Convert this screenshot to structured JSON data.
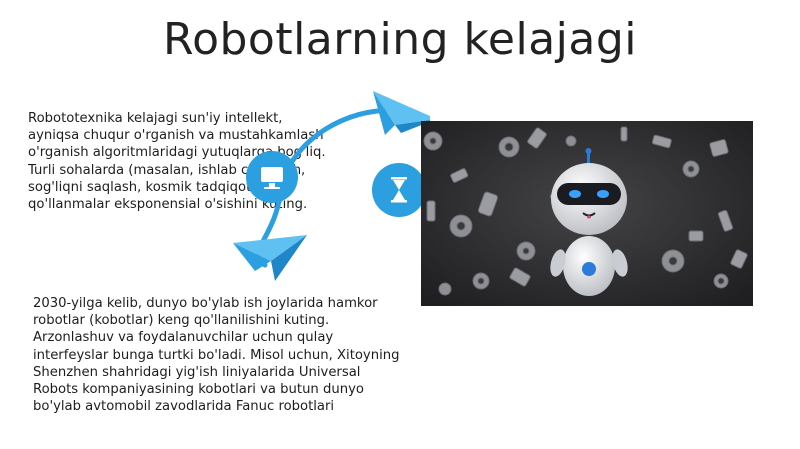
{
  "slide": {
    "title": "Robotlarning kelajagi",
    "paragraph1": "Robototexnika kelajagi sun'iy intellekt, ayniqsa chuqur o'rganish va mustahkamlash o'rganish algoritmlaridagi yutuqlarga bog'liq. Turli sohalarda (masalan, ishlab chiqarish, sog'liqni saqlash, kosmik tadqiqotlar) qo'llanmalar eksponensial o'sishini kuting.",
    "paragraph2": "2030-yilga kelib, dunyo bo'ylab ish joylarida hamkor robotlar (kobotlar) keng qo'llanilishini kuting. Arzonlashuv va foydalanuvchilar uchun qulay interfeyslar bunga turtki bo'ladi.  Misol uchun, Xitoyning Shenzhen shahridagi yig'ish liniyalarida Universal Robots kompaniyasining kobotlari va butun dunyo bo'ylab avtomobil zavodlarida Fanuc robotlari"
  },
  "diagram": {
    "accent_color": "#2b9fe0",
    "icons": [
      "computer-icon",
      "hourglass-icon",
      "paper-plane-icon"
    ]
  },
  "image": {
    "subject": "robot-with-gears-illustration"
  }
}
